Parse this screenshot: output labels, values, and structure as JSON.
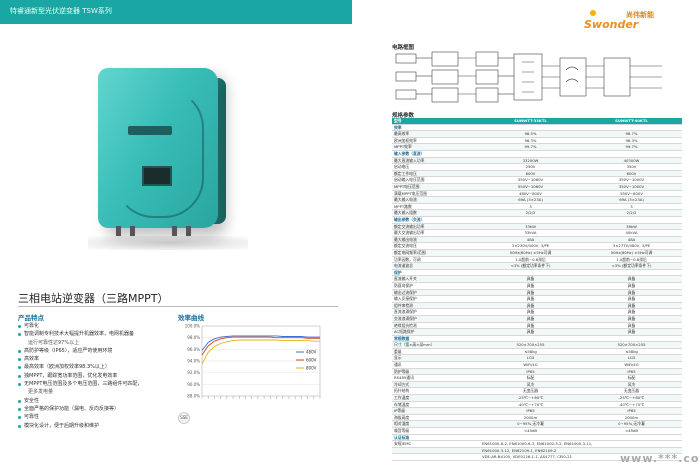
{
  "left": {
    "topbar_text": "特睿通新型光伏逆变器  TSW系列",
    "product_title": "三相电站逆变器（三路MPPT）",
    "features_heading": "产品特点",
    "features": [
      {
        "text": "可靠化",
        "sub": false
      },
      {
        "text": "智能调制专利技术大幅提升机器效率，电网机器备",
        "sub": false
      },
      {
        "text": "运行可靠性达97%以上",
        "sub": true
      },
      {
        "text": "高防护等级（IP65），适应严苛使用环境",
        "sub": false
      },
      {
        "text": "高效率",
        "sub": false
      },
      {
        "text": "最高效率（欧洲加权效率98.3%以上）",
        "sub": false
      },
      {
        "text": "独MPPT，跟踪宽功率范围，优化发电效率",
        "sub": false
      },
      {
        "text": "无MPPT电压范围及多个电压范围，三路组件可匹配，",
        "sub": false
      },
      {
        "text": "更多发电量",
        "sub": true
      },
      {
        "text": "安全性",
        "sub": false
      },
      {
        "text": "全面严格的保护功能（漏电、反向反接等）",
        "sub": false
      },
      {
        "text": "可靠性",
        "sub": false
      },
      {
        "text": "模块化设计，便于后期升级和维护",
        "sub": false
      }
    ],
    "efficiency_heading": "效率曲线",
    "badge_text": "SSE"
  },
  "right": {
    "brand_cn": "尚伟新能",
    "brand_en": "Swonder",
    "circuit_heading": "电路框图",
    "spec_heading": "规格参数",
    "spec_header": [
      "型号",
      "SUNWTT-33KTL",
      "SUNWTT-40KTL"
    ],
    "spec_rows": [
      {
        "label": "效率",
        "v1": "",
        "v2": "",
        "group": true
      },
      {
        "label": "最高效率",
        "v1": "98.5%",
        "v2": "98.7%"
      },
      {
        "label": "欧洲加权效率",
        "v1": "98.3%",
        "v2": "98.3%"
      },
      {
        "label": "MPPT效率",
        "v1": "99.7%",
        "v2": "99.7%"
      },
      {
        "label": "输入参数（直流）",
        "v1": "",
        "v2": "",
        "group": true
      },
      {
        "label": "最大直流输入功率",
        "v1": "33200W",
        "v2": "40300W"
      },
      {
        "label": "启动电压",
        "v1": "250V",
        "v2": "350V"
      },
      {
        "label": "额定工作电压",
        "v1": "600V",
        "v2": "600V"
      },
      {
        "label": "启动输入电压范围",
        "v1": "550V~1060V",
        "v2": "350V~1000V"
      },
      {
        "label": "MPPT电压范围",
        "v1": "550V~1060V",
        "v2": "350V~1000V"
      },
      {
        "label": "满载MPPT电压范围",
        "v1": "480V~800V",
        "v2": "550V~800V"
      },
      {
        "label": "最大输入电流",
        "v1": "69A (3×23A)",
        "v2": "69A (3×23A)"
      },
      {
        "label": "MPPT路数",
        "v1": "3",
        "v2": "3"
      },
      {
        "label": "最大输入组数",
        "v1": "2/2/2",
        "v2": "2/2/2"
      },
      {
        "label": "输出参数（交流）",
        "v1": "",
        "v2": "",
        "group": true
      },
      {
        "label": "额定交流输出功率",
        "v1": "33kW",
        "v2": "36kW"
      },
      {
        "label": "最大交流输出功率",
        "v1": "33kVA",
        "v2": "40kVA"
      },
      {
        "label": "最大输出电流",
        "v1": "48A",
        "v2": "48A"
      },
      {
        "label": "额定交流电压",
        "v1": "3×230V/400V, 3/PE",
        "v2": "3×277V/480V, 3/PE"
      },
      {
        "label": "额定电网频率/范围",
        "v1": "50Hz(60Hz) ±5Hz可调",
        "v2": "50Hz(60Hz) ±5Hz可调"
      },
      {
        "label": "功率因数，可调",
        "v1": "1.0超前~0.8滞后",
        "v2": "1.0超前~0.8滞后"
      },
      {
        "label": "电流谐波总",
        "v1": "<3% (额定功率条件下)",
        "v2": "<3% (额定功率条件下)"
      },
      {
        "label": "保护",
        "v1": "",
        "v2": "",
        "group": true
      },
      {
        "label": "直流输入开关",
        "v1": "具备",
        "v2": "具备"
      },
      {
        "label": "防孤岛保护",
        "v1": "具备",
        "v2": "具备"
      },
      {
        "label": "输出过流保护",
        "v1": "具备",
        "v2": "具备"
      },
      {
        "label": "输入反接保护",
        "v1": "具备",
        "v2": "具备"
      },
      {
        "label": "组件串检测",
        "v1": "具备",
        "v2": "具备"
      },
      {
        "label": "直流浪涌保护",
        "v1": "具备",
        "v2": "具备"
      },
      {
        "label": "交流浪涌保护",
        "v1": "具备",
        "v2": "具备"
      },
      {
        "label": "绝缘阻抗检测",
        "v1": "具备",
        "v2": "具备"
      },
      {
        "label": "AC短路保护",
        "v1": "具备",
        "v2": "具备"
      },
      {
        "label": "常规数据",
        "v1": "",
        "v2": "",
        "group": true
      },
      {
        "label": "尺寸（宽×高×深mm）",
        "v1": "520×700×255",
        "v2": "520×700×255"
      },
      {
        "label": "重量",
        "v1": "≤58kg",
        "v2": "≤58kg"
      },
      {
        "label": "显示",
        "v1": "LCD",
        "v2": "LCD"
      },
      {
        "label": "通讯",
        "v1": "WiFi/4G",
        "v2": "WiFi/4G"
      },
      {
        "label": "防护等级",
        "v1": "IP65",
        "v2": "IP65"
      },
      {
        "label": "RS485通讯",
        "v1": "标配",
        "v2": "标配"
      },
      {
        "label": "冷却方式",
        "v1": "风冷",
        "v2": "风冷"
      },
      {
        "label": "拓扑结构",
        "v1": "无变压器",
        "v2": "无变压器"
      },
      {
        "label": "工作温度",
        "v1": "-25℃~+60℃",
        "v2": "-25℃~+60℃"
      },
      {
        "label": "存储温度",
        "v1": "-40℃~+70℃",
        "v2": "-40℃~+70℃"
      },
      {
        "label": "IP等级",
        "v1": "IP65",
        "v2": "IP65"
      },
      {
        "label": "海拔高度",
        "v1": "2000m",
        "v2": "2000m"
      },
      {
        "label": "相对湿度",
        "v1": "0~95%,无冷凝",
        "v2": "0~95%,无冷凝"
      },
      {
        "label": "噪音等级",
        "v1": "<45dB",
        "v2": "<45dB"
      },
      {
        "label": "认证标准",
        "v1": "",
        "v2": "",
        "group": true
      },
      {
        "label": "安规/EMC",
        "v1": "EN61000-6-2, EN61000-6-3, EN61000-3-2, EN61000-3-11,",
        "v2": "",
        "wide": true
      },
      {
        "label": "",
        "v1": "EN61000-3-12, EN62109-1, EN62109-2",
        "v2": "",
        "wide": true
      },
      {
        "label": "",
        "v1": "VDE-AR-N4105, VDE0126-1-1, AS4777, CEI0-21",
        "v2": "",
        "wide": true
      }
    ]
  },
  "watermark": "www.***.com",
  "colors": {
    "accent": "#1aa7a3",
    "heading_blue": "#1a6f9e",
    "brand_orange": "#f08c1e"
  },
  "chart_data": {
    "type": "line",
    "title": "",
    "xlabel": "",
    "ylabel": "",
    "ylim": [
      0.88,
      1.0
    ],
    "y_ticks": [
      "100.0%",
      "98.0%",
      "96.0%",
      "94.0%",
      "92.0%",
      "90.0%",
      "88.0%"
    ],
    "x": [
      0.05,
      0.1,
      0.15,
      0.2,
      0.25,
      0.3,
      0.35,
      0.4,
      0.45,
      0.5,
      0.55,
      0.6,
      0.65,
      0.7,
      0.75,
      0.8,
      0.85,
      0.9,
      0.95,
      1.0
    ],
    "series": [
      {
        "name": "480V",
        "color": "#3b6fd4",
        "values": [
          0.958,
          0.972,
          0.978,
          0.981,
          0.982,
          0.983,
          0.983,
          0.983,
          0.983,
          0.983,
          0.983,
          0.983,
          0.983,
          0.982,
          0.982,
          0.982,
          0.982,
          0.981,
          0.981,
          0.981
        ]
      },
      {
        "name": "600V",
        "color": "#d9412b",
        "values": [
          0.95,
          0.966,
          0.974,
          0.978,
          0.98,
          0.981,
          0.981,
          0.981,
          0.981,
          0.981,
          0.981,
          0.981,
          0.98,
          0.98,
          0.98,
          0.98,
          0.98,
          0.979,
          0.979,
          0.979
        ]
      },
      {
        "name": "800V",
        "color": "#e6b21c",
        "values": [
          0.935,
          0.955,
          0.965,
          0.97,
          0.973,
          0.975,
          0.976,
          0.976,
          0.976,
          0.976,
          0.976,
          0.976,
          0.976,
          0.975,
          0.975,
          0.975,
          0.975,
          0.975,
          0.974,
          0.974
        ]
      }
    ]
  }
}
